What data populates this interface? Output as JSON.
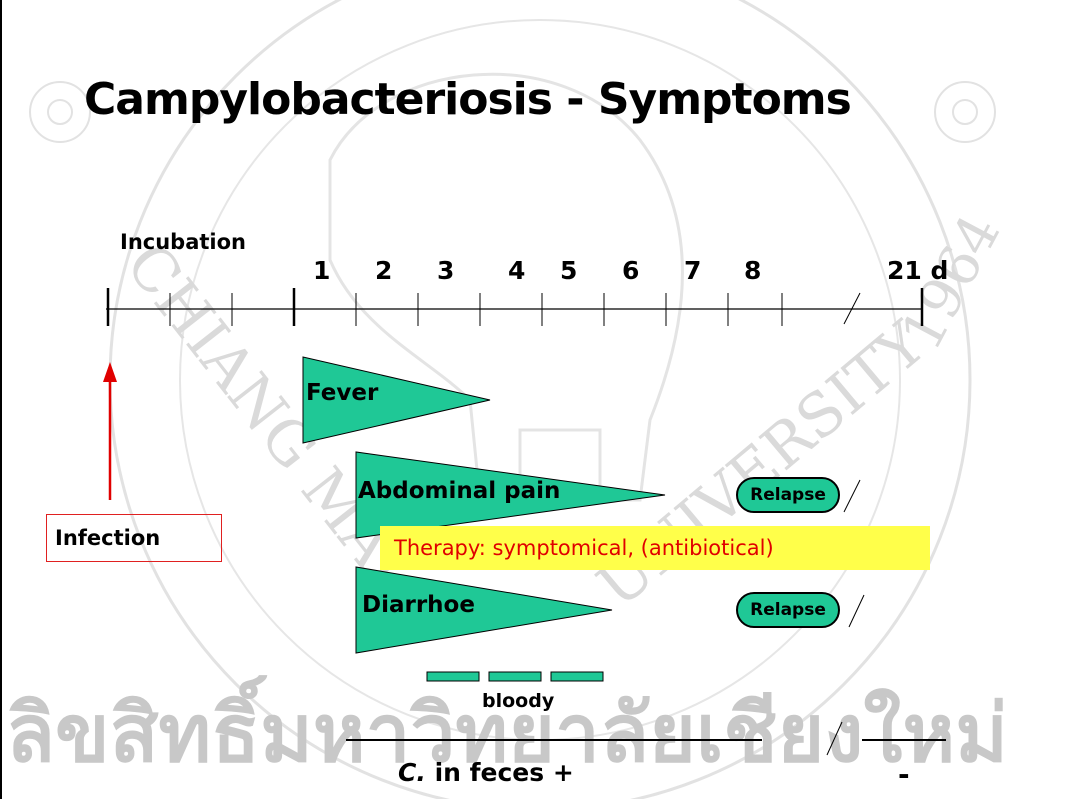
{
  "title": "Campylobacteriosis - Symptoms",
  "timeline": {
    "incubation_label": "Incubation",
    "days": [
      "1",
      "2",
      "3",
      "4",
      "5",
      "6",
      "7",
      "8"
    ],
    "end_label": "21 d"
  },
  "infection_label": "Infection",
  "symptoms": {
    "fever": "Fever",
    "abdominal_pain": "Abdominal pain",
    "diarrhoe": "Diarrhoe"
  },
  "relapse_label": "Relapse",
  "therapy": "Therapy: symptomical, (antibiotical)",
  "bloody_label": "bloody",
  "feces_italic": "C.",
  "feces_label": "in feces +",
  "minus_label": "-",
  "watermark": {
    "thai_text": "ลิขสิทธิ์มหาวิทยาลัยเชียงใหม่",
    "seal_left": "CHIANG MAI",
    "seal_right": "UNIVERSITY",
    "seal_year": "1964"
  },
  "colors": {
    "shape_fill": "#1fc896",
    "therapy_bg": "#ffff4a",
    "therapy_text": "#e00000",
    "infection_border": "#e02020",
    "arrow": "#e00000"
  }
}
